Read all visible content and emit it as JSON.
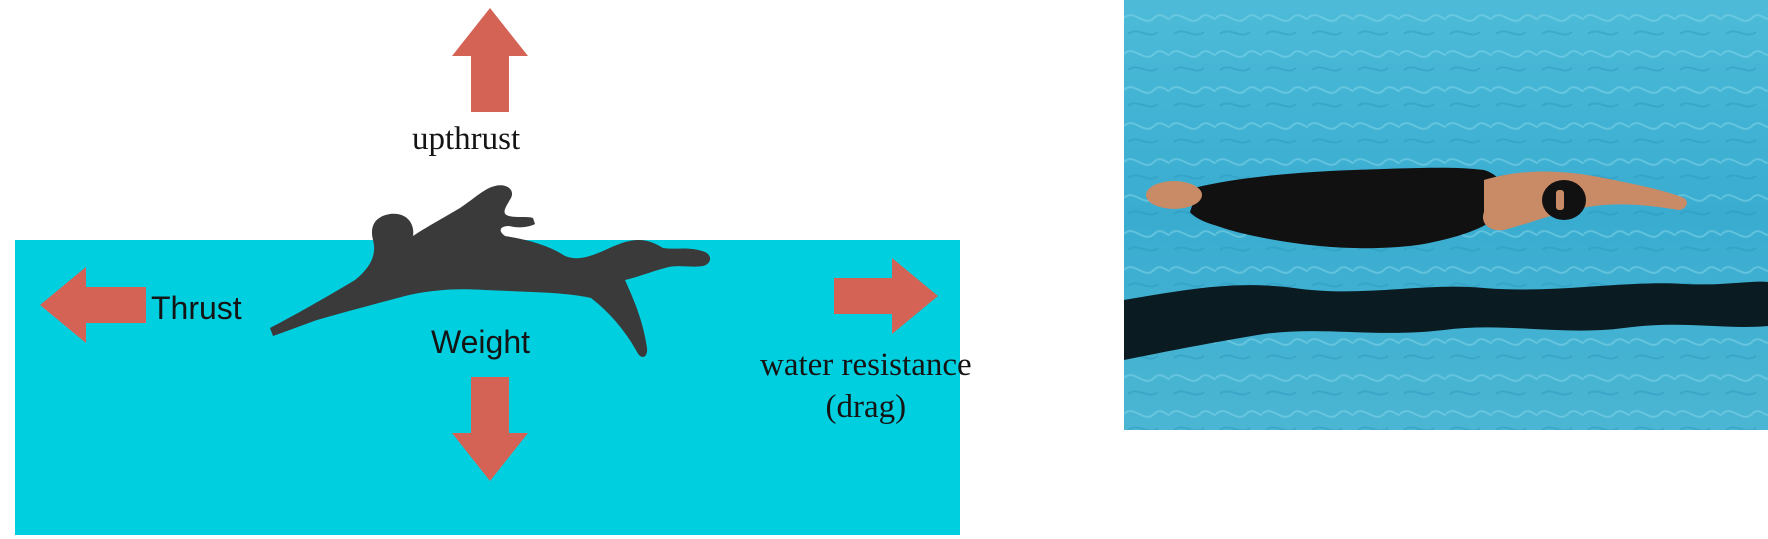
{
  "diagram": {
    "labels": {
      "upthrust": "upthrust",
      "thrust": "Thrust",
      "weight": "Weight",
      "drag_line1": "water resistance",
      "drag_line2": "(drag)"
    },
    "colors": {
      "water": "#00cfdf",
      "arrow": "#d46355",
      "swimmer": "#3a3a3a",
      "text": "#141414"
    }
  },
  "photo": {
    "colors": {
      "pool": "#3fb3d2",
      "lane_line": "#0a1c22",
      "suit": "#111111",
      "skin": "#c98a66"
    }
  }
}
